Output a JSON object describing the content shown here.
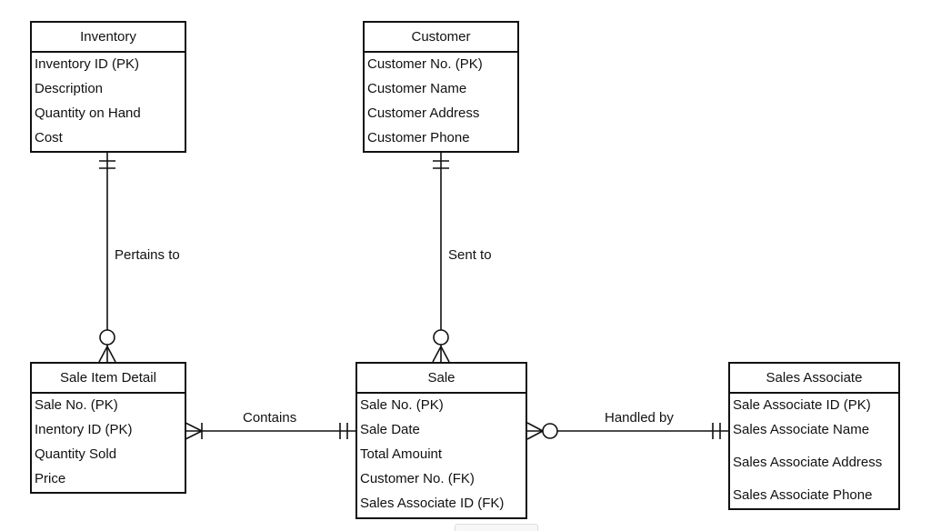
{
  "entities": {
    "inventory": {
      "title": "Inventory",
      "attributes": [
        "Inventory ID (PK)",
        "Description",
        "Quantity on Hand",
        "Cost"
      ]
    },
    "customer": {
      "title": "Customer",
      "attributes": [
        "Customer No. (PK)",
        "Customer Name",
        "Customer Address",
        "Customer Phone"
      ]
    },
    "sale_item_detail": {
      "title": "Sale Item Detail",
      "attributes": [
        "Sale No. (PK)",
        "Inentory ID (PK)",
        "Quantity Sold",
        "Price"
      ]
    },
    "sale": {
      "title": "Sale",
      "attributes": [
        "Sale No. (PK)",
        "Sale Date",
        "Total Amouint",
        "Customer No. (FK)",
        "Sales Associate ID (FK)"
      ]
    },
    "sales_associate": {
      "title": "Sales Associate",
      "attributes": [
        "Sale Associate ID (PK)",
        "Sales Associate Name",
        "Sales Associate Address",
        "Sales Associate Phone"
      ]
    }
  },
  "relationships": {
    "pertains_to": "Pertains to",
    "sent_to": "Sent to",
    "contains": "Contains",
    "handled_by": "Handled by"
  }
}
